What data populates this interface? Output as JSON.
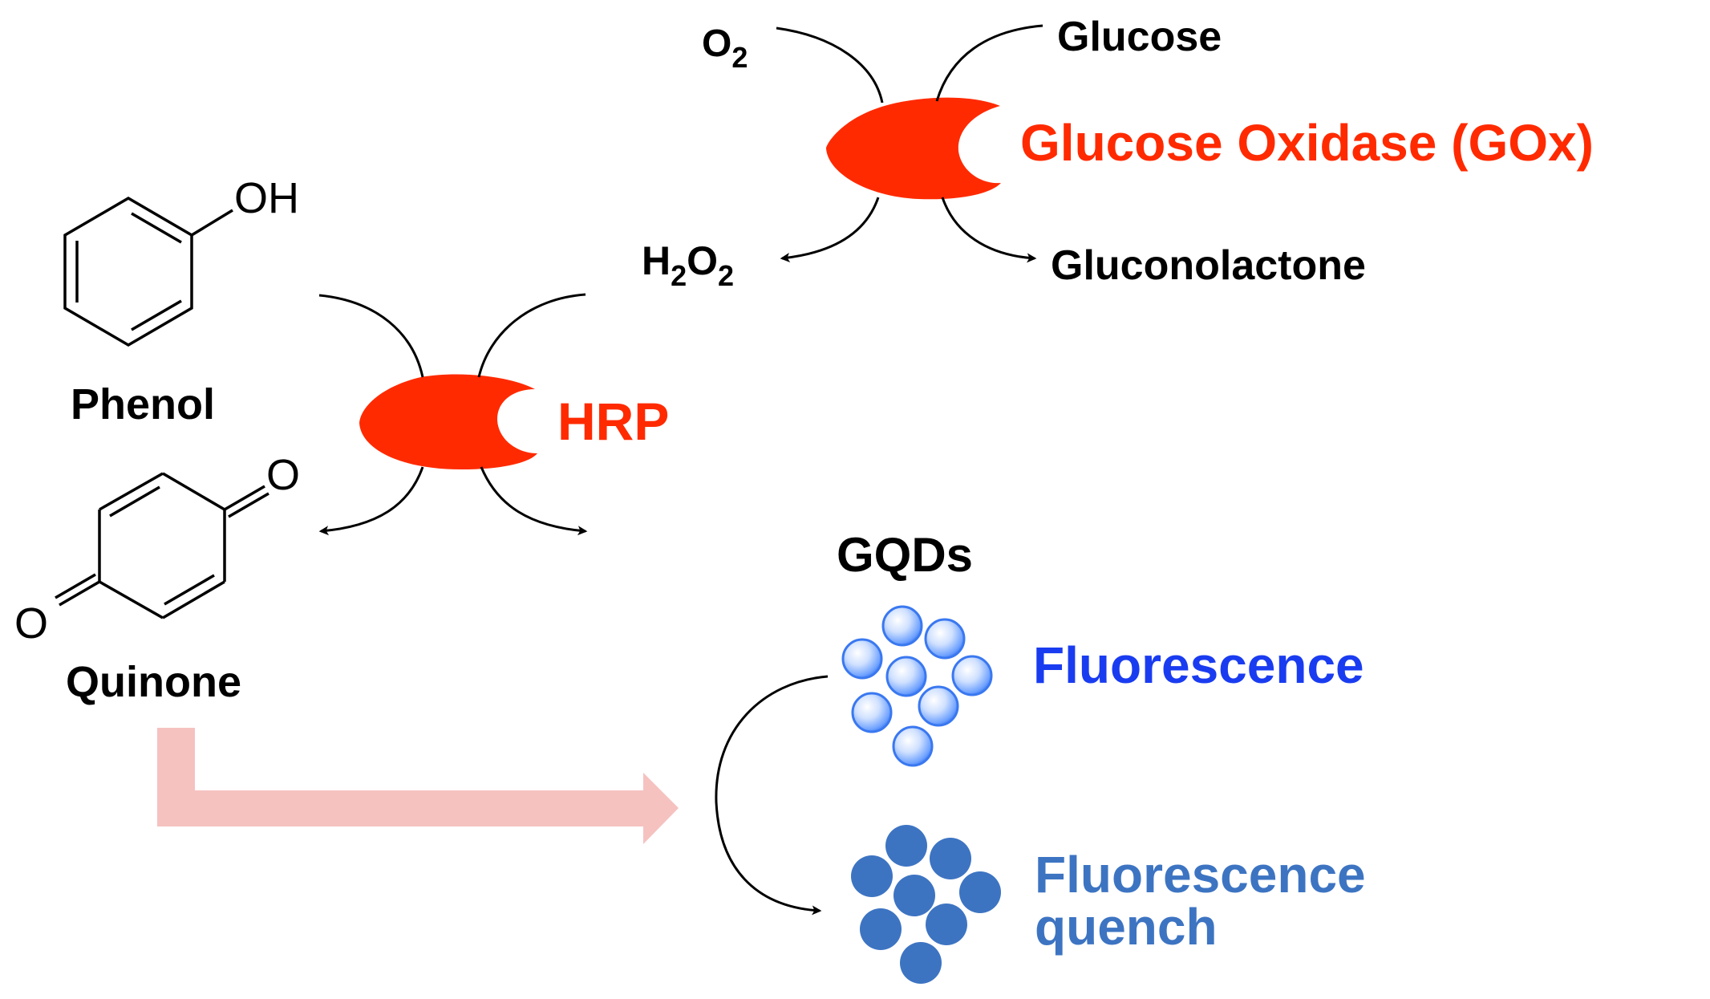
{
  "colors": {
    "enzyme": "#ff2a00",
    "fluorescence": "#1a3cf0",
    "quench": "#3d74c2",
    "process_arrow": "#f5c2c0",
    "ink": "#000000"
  },
  "labels": {
    "o2_base": "O",
    "o2_sub": "2",
    "glucose": "Glucose",
    "gox": "Glucose Oxidase (GOx)",
    "h2o2_h": "H",
    "h2o2_sub1": "2",
    "h2o2_o": "O",
    "h2o2_sub2": "2",
    "gluconolactone": "Gluconolactone",
    "phenol": "Phenol",
    "oh": "OH",
    "hrp": "HRP",
    "quinone": "Quinone",
    "quinone_o": "O",
    "gqds": "GQDs",
    "fluorescence": "Fluorescence",
    "quench_line1": "Fluorescence",
    "quench_line2": "quench"
  },
  "icons": {
    "gox_enzyme": "enzyme-pacman-icon",
    "hrp_enzyme": "enzyme-pacman-icon",
    "gqd_bright": "glowing-sphere-cluster-icon",
    "gqd_quenched": "solid-dot-cluster-icon"
  }
}
